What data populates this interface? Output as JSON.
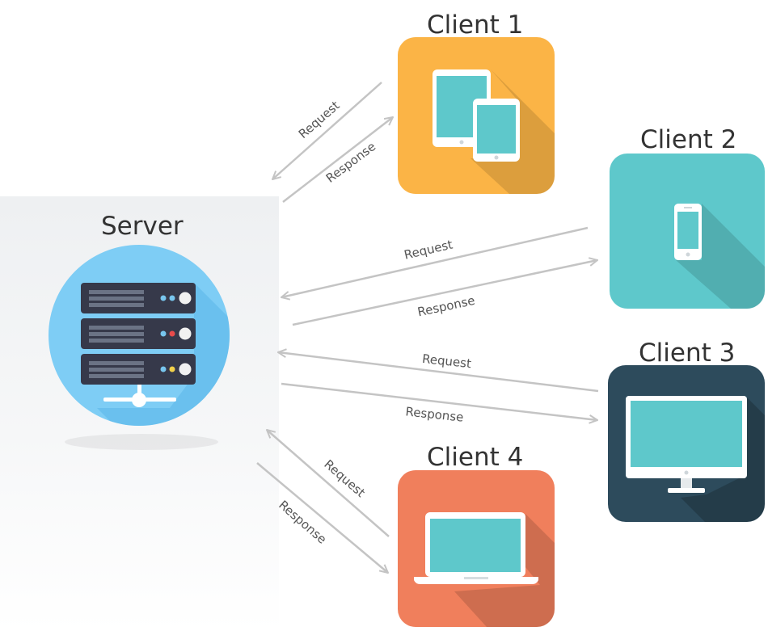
{
  "server": {
    "title": "Server"
  },
  "clients": [
    {
      "title": "Client 1",
      "device": "tablet-icon",
      "color": "#fbb446"
    },
    {
      "title": "Client 2",
      "device": "phone-icon",
      "color": "#5ec8cb"
    },
    {
      "title": "Client 3",
      "device": "monitor-icon",
      "color": "#2d4b5c"
    },
    {
      "title": "Client 4",
      "device": "laptop-icon",
      "color": "#f07f5c"
    }
  ],
  "arrows": {
    "request_label": "Request",
    "response_label": "Response"
  },
  "colors": {
    "screen": "#5ec8cb",
    "device_frame": "#ffffff",
    "arrow": "#c4c4c4",
    "server_circle": "#7ecdf5"
  }
}
